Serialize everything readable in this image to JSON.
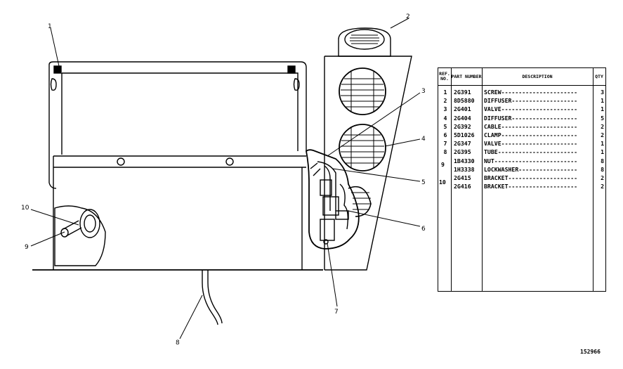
{
  "callouts": [
    "1",
    "2",
    "3",
    "4",
    "5",
    "6",
    "7",
    "8",
    "9",
    "10"
  ],
  "table": {
    "headers": {
      "ref": "REF. NO.",
      "part": "PART NUMBER",
      "desc": "DESCRIPTION",
      "qty": "QTY"
    },
    "rows": [
      {
        "ref": "1",
        "part": "2G391",
        "desc": "SCREW----------------------",
        "qty": "3"
      },
      {
        "ref": "2",
        "part": "8D5880",
        "desc": "DIFFUSER-------------------",
        "qty": "1"
      },
      {
        "ref": "3",
        "part": "2G401",
        "desc": "VALVE----------------------",
        "qty": "1"
      },
      {
        "ref": "4",
        "part": "2G404",
        "desc": "DIFFUSER-------------------",
        "qty": "5"
      },
      {
        "ref": "5",
        "part": "2G392",
        "desc": "CABLE----------------------",
        "qty": "2"
      },
      {
        "ref": "6",
        "part": "5D1026",
        "desc": "CLAMP----------------------",
        "qty": "2"
      },
      {
        "ref": "7",
        "part": "2G347",
        "desc": "VALVE----------------------",
        "qty": "1"
      },
      {
        "ref": "8",
        "part": "2G395",
        "desc": "TUBE-----------------------",
        "qty": "1"
      },
      {
        "ref": "",
        "part": "1B4330",
        "desc": "NUT------------------------",
        "qty": "8"
      },
      {
        "ref": "",
        "part": "1H3338",
        "desc": "LOCKWASHER-----------------",
        "qty": "8"
      },
      {
        "ref": "",
        "part": "2G415",
        "desc": "BRACKET--------------------",
        "qty": "2"
      },
      {
        "ref": "",
        "part": "2G416",
        "desc": "BRACKET--------------------",
        "qty": "2"
      }
    ],
    "group_refs": {
      "nine": "9",
      "ten": "10"
    }
  },
  "drawing_number": "152966"
}
